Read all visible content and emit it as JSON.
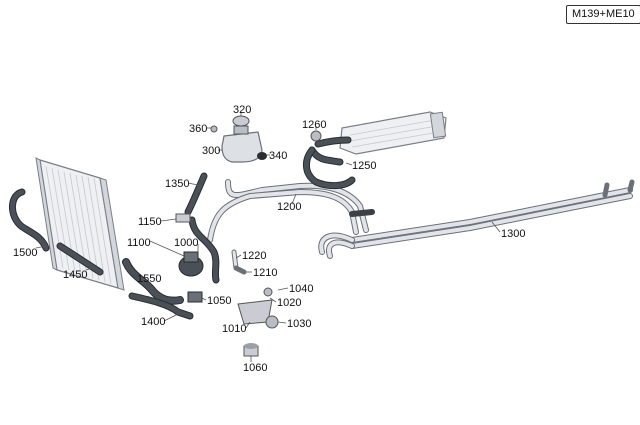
{
  "model_code": "M139+ME10",
  "colors": {
    "hose_dark": "#3c4147",
    "hose_outline": "#2a2d31",
    "pipe_light": "#d9dde2",
    "pipe_outline": "#6b7078",
    "part_fill": "#c9cdd3",
    "leader": "#555555"
  },
  "part_labels": {
    "p320": "320",
    "p360": "360",
    "p300": "300",
    "p340": "340",
    "p1260": "1260",
    "p1250": "1250",
    "p1350": "1350",
    "p1200": "1200",
    "p1150": "1150",
    "p1300": "1300",
    "p1100": "1100",
    "p1000": "1000",
    "p1220": "1220",
    "p1500": "1500",
    "p1450": "1450",
    "p1550": "1550",
    "p1210": "1210",
    "p1040": "1040",
    "p1050": "1050",
    "p1020": "1020",
    "p1400": "1400",
    "p1010": "1010",
    "p1030": "1030",
    "p1060": "1060"
  }
}
